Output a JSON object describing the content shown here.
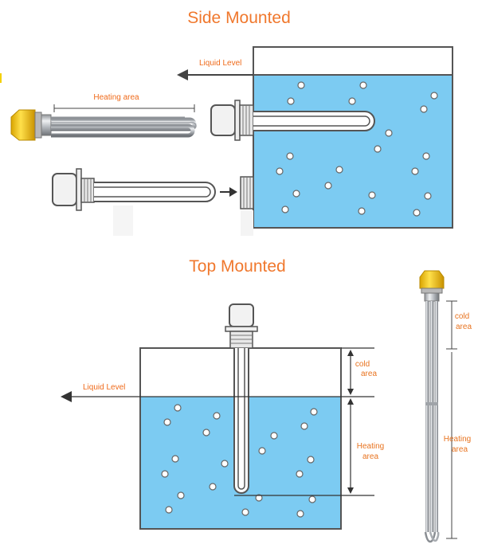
{
  "side": {
    "title": "Side Mounted",
    "liquid_level": "Liquid Level",
    "heating_area": "Heating area"
  },
  "top": {
    "title": "Top Mounted",
    "liquid_level": "Liquid Level",
    "cold_area": [
      "cold",
      "area"
    ],
    "heating_area": [
      "Heating",
      "area"
    ]
  },
  "photo": {
    "cold_area": [
      "cold",
      "area"
    ],
    "heating_area": [
      "Heating",
      "area"
    ]
  },
  "colors": {
    "accent": "#f0782d",
    "water": "#7ccbf2",
    "outline": "#555555",
    "cap": "#f4c20d"
  }
}
